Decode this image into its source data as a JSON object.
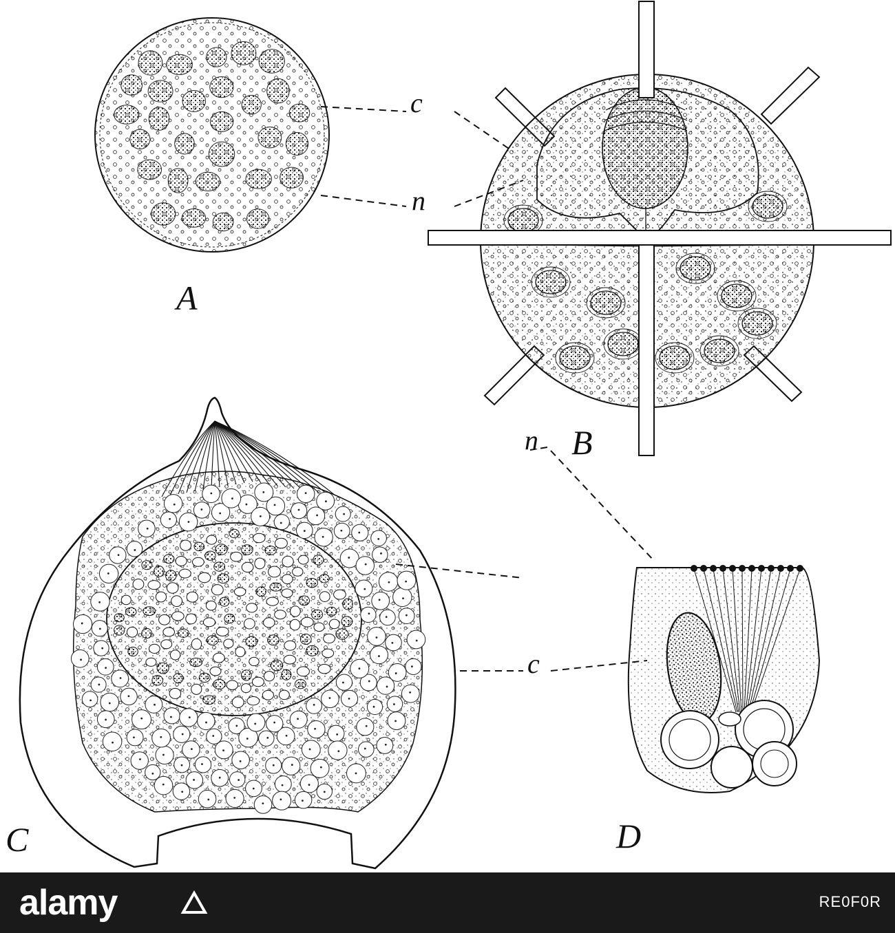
{
  "figure": {
    "panels": [
      {
        "id": "A",
        "label": "A"
      },
      {
        "id": "B",
        "label": "B"
      },
      {
        "id": "C",
        "label": "C"
      },
      {
        "id": "D",
        "label": "D"
      }
    ],
    "pointer_labels": [
      {
        "id": "c-top",
        "text": "c"
      },
      {
        "id": "n-top",
        "text": "n"
      },
      {
        "id": "n-bottom",
        "text": "n"
      },
      {
        "id": "c-bottom",
        "text": "c"
      }
    ]
  },
  "watermark": {
    "logo": "alamy",
    "stock_id": "RE0F0R",
    "background": "#1a1a1a",
    "text_color": "#ffffff"
  },
  "colors": {
    "ink": "#111111",
    "paper": "#ffffff"
  }
}
